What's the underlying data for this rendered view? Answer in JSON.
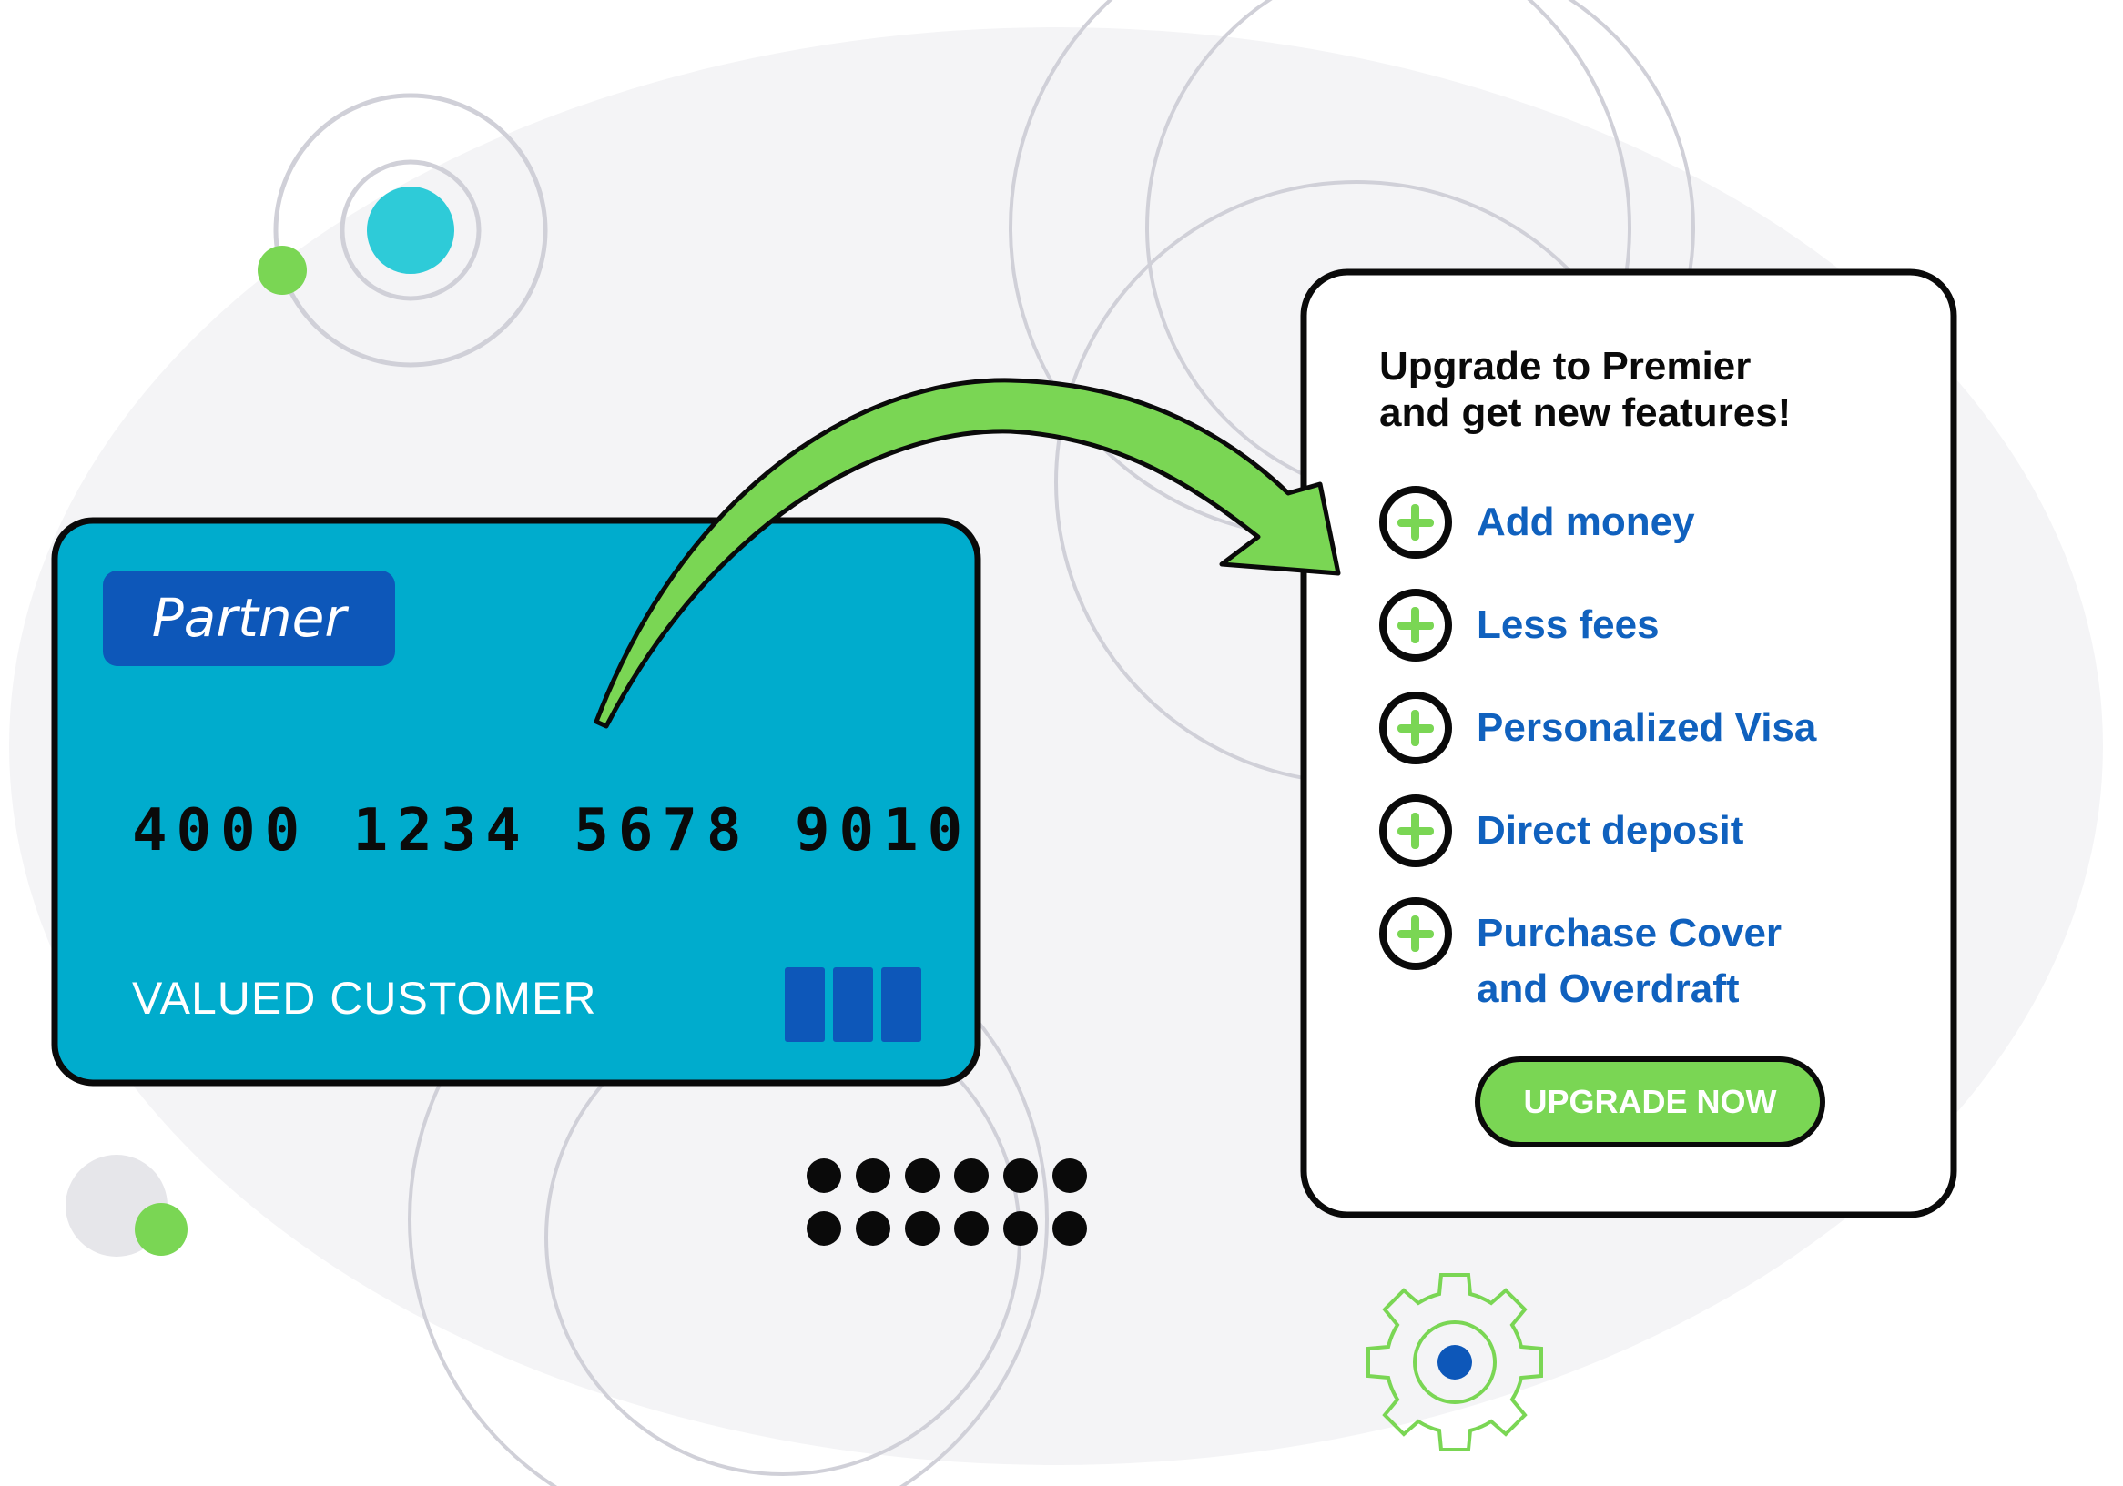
{
  "card": {
    "brand": "Partner",
    "number": "4000 1234 5678 9010",
    "holder": "VALUED CUSTOMER"
  },
  "panel": {
    "title_line1": "Upgrade to Premier",
    "title_line2": "and get new features!",
    "features": [
      "Add money",
      "Less fees",
      "Personalized Visa",
      "Direct deposit",
      "Purchase Cover",
      "and Overdraft"
    ],
    "cta": "UPGRADE NOW"
  },
  "colors": {
    "card": "#00accd",
    "card_brand": "#0d57b9",
    "accent_green": "#7ad654",
    "feature_text": "#1061be",
    "teal_dot": "#2ecbd8",
    "background_blob": "#f4f4f6"
  },
  "icons": [
    "plus-circle-icon",
    "gear-icon",
    "arrow-icon",
    "chip-icon"
  ]
}
